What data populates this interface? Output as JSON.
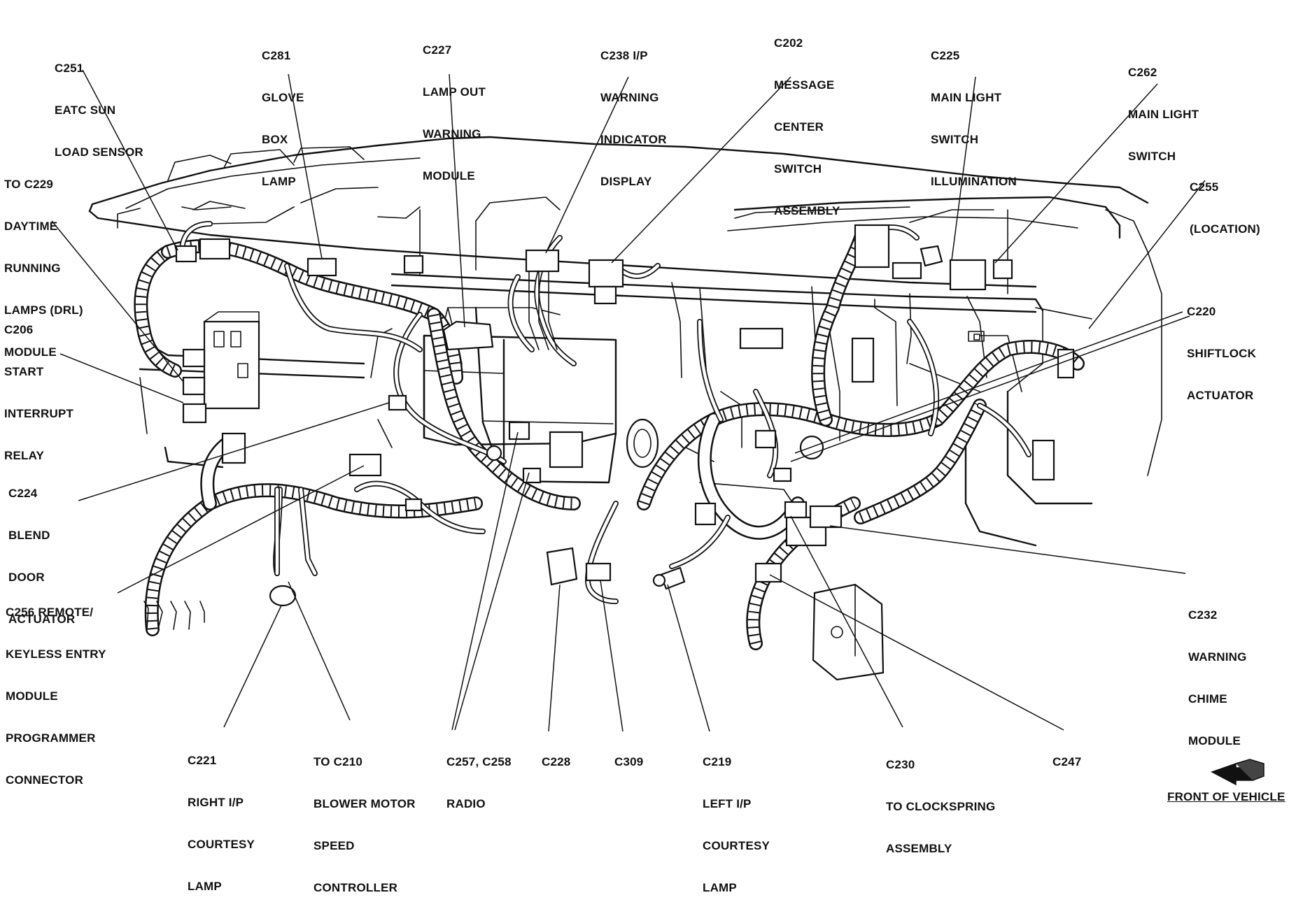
{
  "labels": [
    {
      "id": "c251",
      "lines": [
        "C251",
        "EATC SUN",
        "LOAD SENSOR"
      ]
    },
    {
      "id": "c281",
      "lines": [
        "C281",
        "GLOVE",
        "BOX",
        "LAMP"
      ]
    },
    {
      "id": "c227",
      "lines": [
        "C227",
        "LAMP OUT",
        "WARNING",
        "MODULE"
      ]
    },
    {
      "id": "c238",
      "lines": [
        "C238 I/P",
        "WARNING",
        "INDICATOR",
        "DISPLAY"
      ]
    },
    {
      "id": "c202",
      "lines": [
        "C202",
        "MESSAGE",
        "CENTER",
        "SWITCH",
        "ASSEMBLY"
      ]
    },
    {
      "id": "c225",
      "lines": [
        "C225",
        "MAIN LIGHT",
        "SWITCH",
        "ILLUMINATION"
      ]
    },
    {
      "id": "c262",
      "lines": [
        "C262",
        "MAIN LIGHT",
        "SWITCH"
      ]
    },
    {
      "id": "c229",
      "lines": [
        "TO C229",
        "DAYTIME",
        "RUNNING",
        "LAMPS (DRL)",
        "MODULE"
      ]
    },
    {
      "id": "c255",
      "lines": [
        "C255",
        "(LOCATION)"
      ]
    },
    {
      "id": "c206",
      "lines": [
        "C206",
        "START",
        "INTERRUPT",
        "RELAY"
      ]
    },
    {
      "id": "c220",
      "lines": [
        "C220",
        "SHIFTLOCK",
        "ACTUATOR"
      ]
    },
    {
      "id": "c224",
      "lines": [
        "C224",
        "BLEND",
        "DOOR",
        "ACTUATOR"
      ]
    },
    {
      "id": "c256",
      "lines": [
        "C256 REMOTE/",
        "KEYLESS ENTRY",
        "MODULE",
        "PROGRAMMER",
        "CONNECTOR"
      ]
    },
    {
      "id": "c232",
      "lines": [
        "C232",
        "WARNING",
        "CHIME",
        "MODULE"
      ]
    },
    {
      "id": "c221",
      "lines": [
        "C221",
        "RIGHT I/P",
        "COURTESY",
        "LAMP"
      ]
    },
    {
      "id": "c210",
      "lines": [
        "TO C210",
        "BLOWER MOTOR",
        "SPEED",
        "CONTROLLER"
      ]
    },
    {
      "id": "c257",
      "lines": [
        "C257, C258",
        "RADIO"
      ]
    },
    {
      "id": "c228",
      "lines": [
        "C228"
      ]
    },
    {
      "id": "c309",
      "lines": [
        "C309"
      ]
    },
    {
      "id": "c219",
      "lines": [
        "C219",
        "LEFT I/P",
        "COURTESY",
        "LAMP"
      ]
    },
    {
      "id": "c230",
      "lines": [
        "C230",
        "TO CLOCKSPRING",
        "ASSEMBLY"
      ]
    },
    {
      "id": "c247",
      "lines": [
        "C247"
      ]
    }
  ],
  "front_of_vehicle": "FRONT OF VEHICLE"
}
